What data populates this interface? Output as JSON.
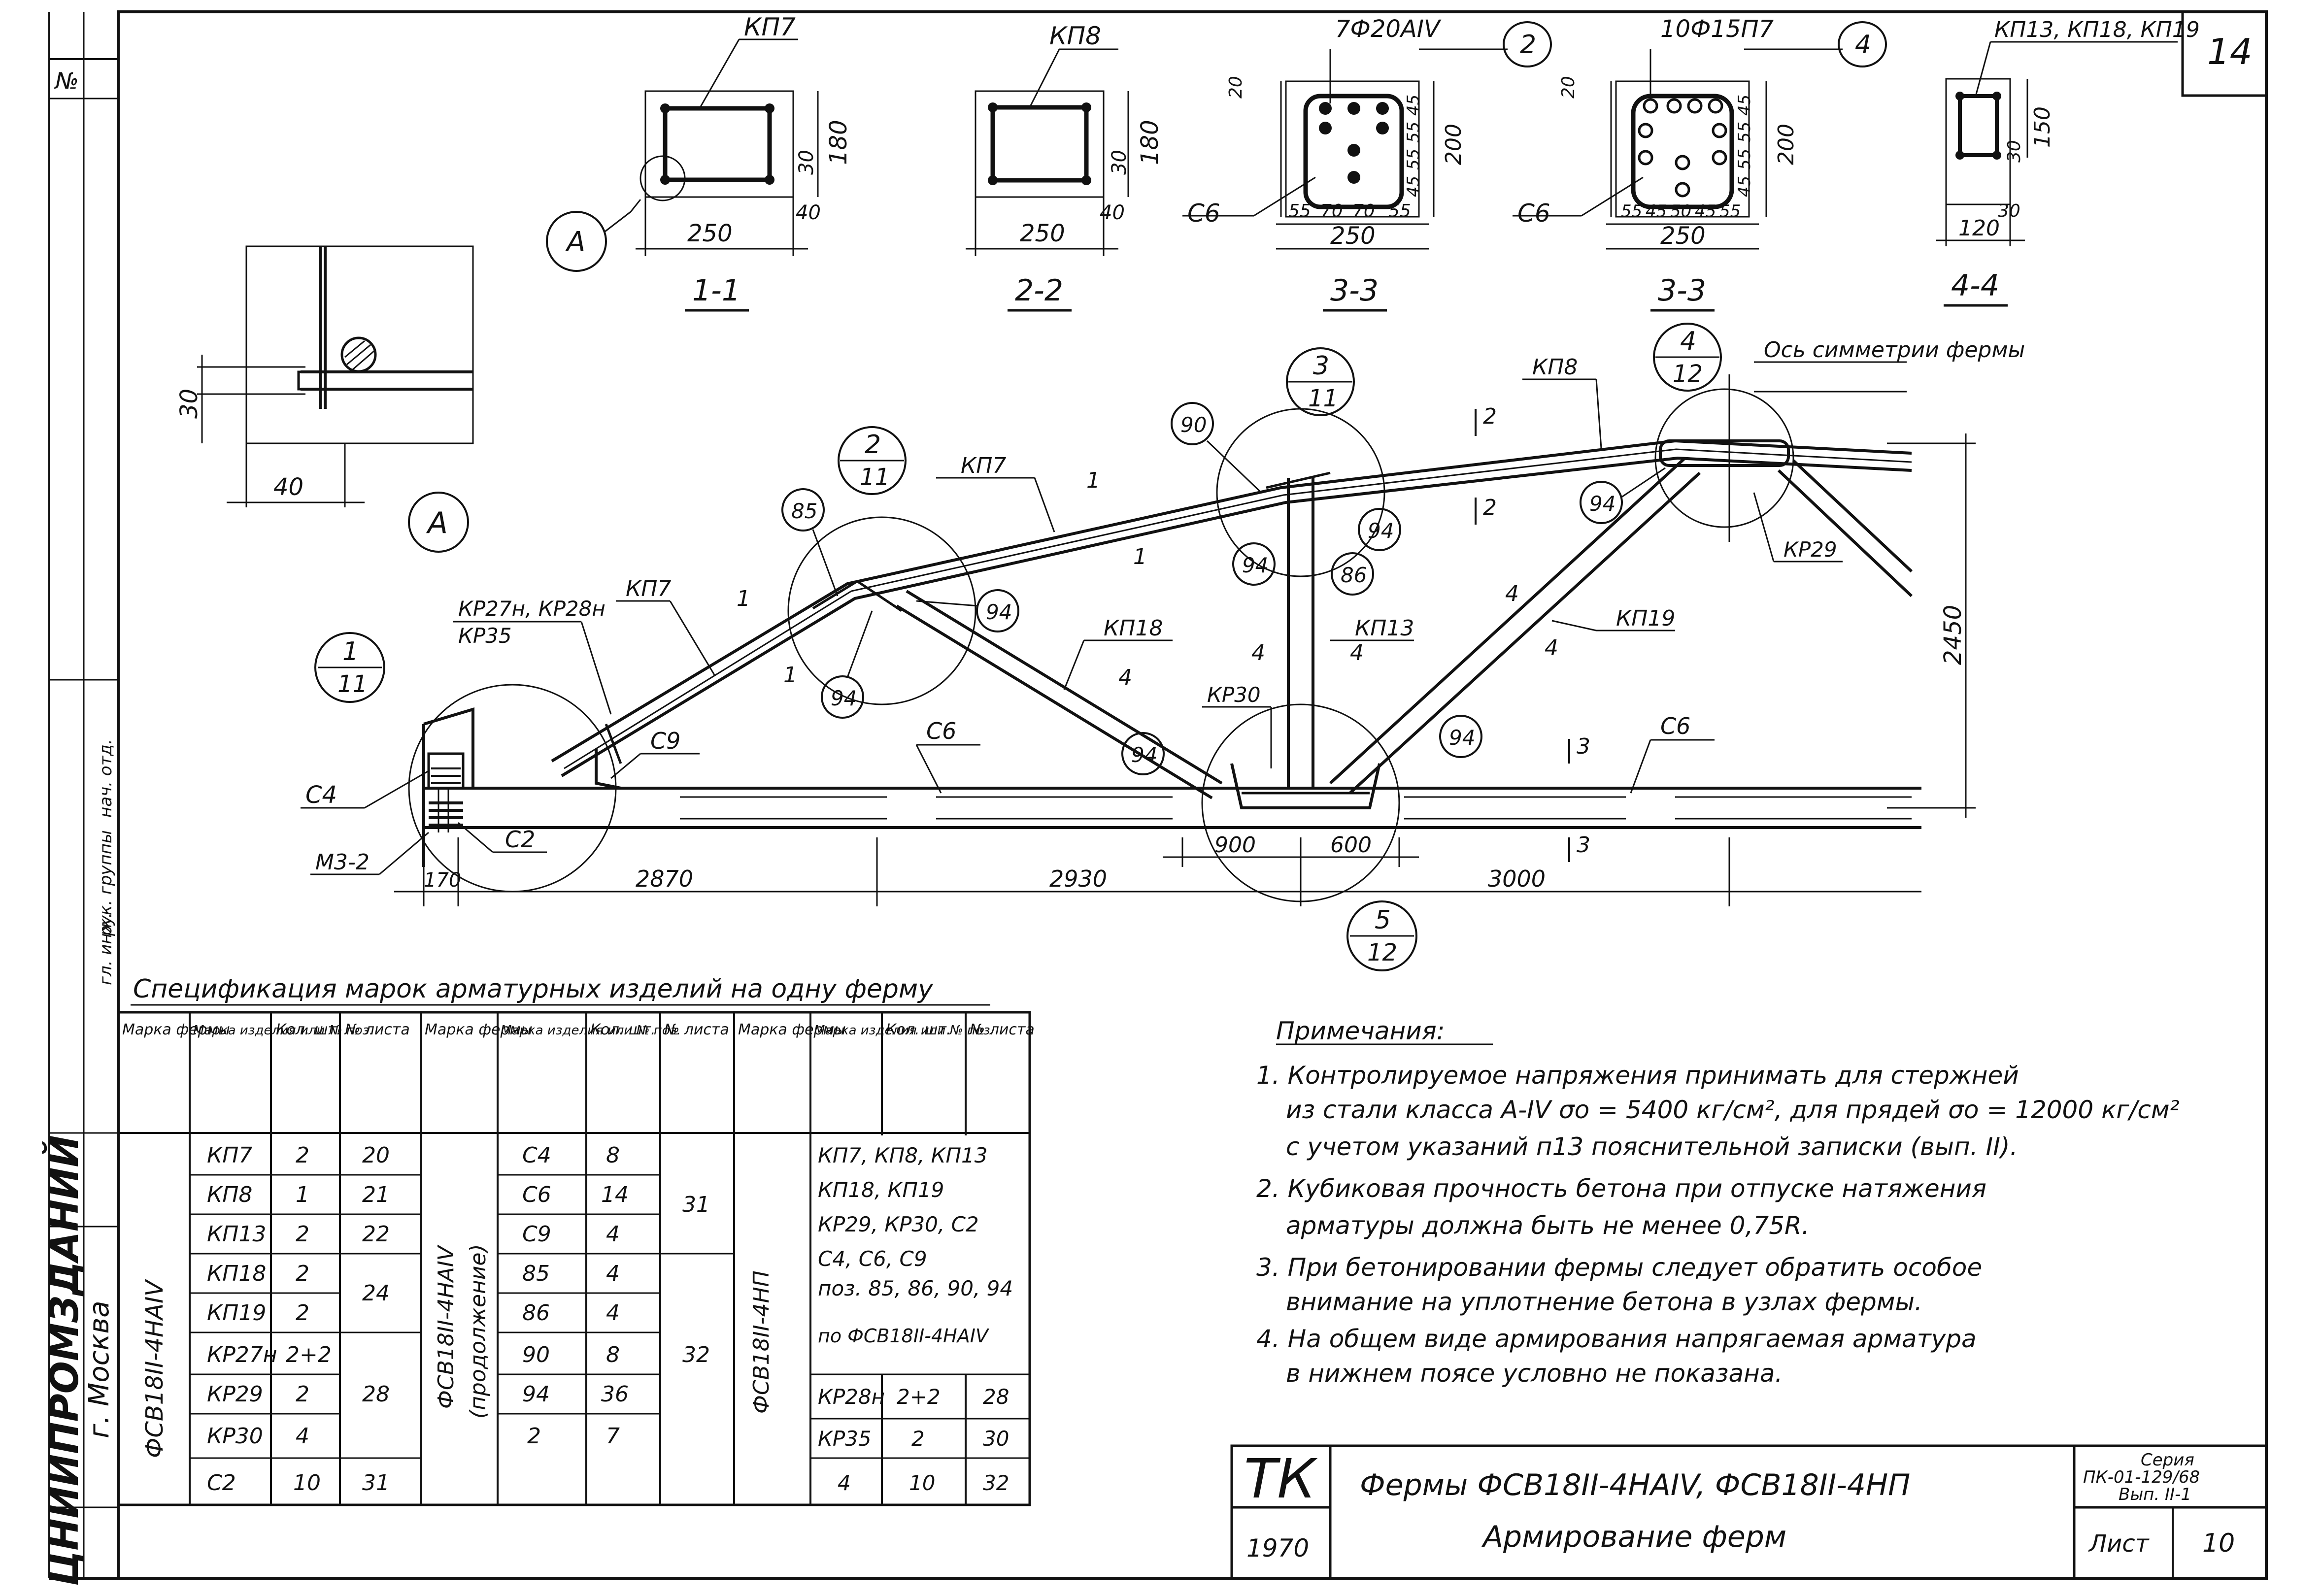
{
  "sheet": {
    "page_number": "14",
    "corner_no": "№",
    "org_name": "ЦНИИПРОМЗДАНИЙ",
    "org_city": "г. Москва"
  },
  "sections": [
    {
      "id": "1-1",
      "mark": "КП7",
      "dims": [
        "250",
        "180",
        "30",
        "40"
      ]
    },
    {
      "id": "2-2",
      "mark": "КП8",
      "dims": [
        "250",
        "180",
        "30",
        "40"
      ]
    },
    {
      "id": "3-3",
      "mark": "С6",
      "rebar": "7Ф20АIV",
      "callout": "2",
      "dims": [
        "250",
        "55",
        "70",
        "70",
        "55",
        "20",
        "45",
        "55",
        "55",
        "45",
        "200"
      ]
    },
    {
      "id": "3-3",
      "mark": "С6",
      "rebar": "10Ф15П7",
      "callout": "4",
      "dims": [
        "250",
        "55",
        "45",
        "50",
        "45",
        "55",
        "20",
        "45",
        "55",
        "55",
        "45",
        "200"
      ]
    },
    {
      "id": "4-4",
      "mark": "КП13, КП18, КП19",
      "dims": [
        "120",
        "150",
        "30",
        "30"
      ]
    }
  ],
  "detail_a": {
    "label": "А",
    "dims": [
      "30",
      "40"
    ]
  },
  "truss": {
    "labels": [
      "КП7",
      "КП7",
      "КП8",
      "КП13",
      "КП18",
      "КП19",
      "КР27н, КР28н",
      "КР35",
      "КР30",
      "КР29",
      "С4",
      "С2",
      "С6",
      "С6",
      "С9",
      "М3-2"
    ],
    "pos": [
      "85",
      "90",
      "94",
      "94",
      "94",
      "94",
      "94",
      "94",
      "86"
    ],
    "callouts": [
      {
        "num": "1",
        "sheet": "11"
      },
      {
        "num": "2",
        "sheet": "11"
      },
      {
        "num": "3",
        "sheet": "11"
      },
      {
        "num": "4",
        "sheet": "12"
      },
      {
        "num": "5",
        "sheet": "12"
      }
    ],
    "sec_marks": [
      "1",
      "1",
      "1",
      "1",
      "2",
      "2",
      "3",
      "3",
      "4",
      "4",
      "4",
      "4",
      "4"
    ],
    "dims_bottom": [
      "170",
      "2870",
      "2930",
      "3000",
      "900",
      "600"
    ],
    "height": "2450",
    "axis_label": "Ось симметрии фермы"
  },
  "spec": {
    "title": "Спецификация марок арматурных изделий на одну ферму",
    "headers": [
      "Марка фермы",
      "Марка изделия или № поз.",
      "Кол. шт.",
      "№ листа"
    ],
    "group1": {
      "truss_mark": "ФСВ18II-4НАIV",
      "rows": [
        {
          "mark": "КП7",
          "qty": "2",
          "sheet": "20"
        },
        {
          "mark": "КП8",
          "qty": "1",
          "sheet": "21"
        },
        {
          "mark": "КП13",
          "qty": "2",
          "sheet": "22"
        },
        {
          "mark": "КП18",
          "qty": "2",
          "sheet": "24"
        },
        {
          "mark": "КП19",
          "qty": "2",
          "sheet": ""
        },
        {
          "mark": "КР27н",
          "qty": "2+2",
          "sheet": "28"
        },
        {
          "mark": "КР29",
          "qty": "2",
          "sheet": ""
        },
        {
          "mark": "КР30",
          "qty": "4",
          "sheet": ""
        },
        {
          "mark": "С2",
          "qty": "10",
          "sheet": "31"
        }
      ]
    },
    "group2": {
      "truss_mark": "ФСВ18II-4НАIV",
      "note": "(продолжение)",
      "rows": [
        {
          "mark": "С4",
          "qty": "8",
          "sheet": "31"
        },
        {
          "mark": "С6",
          "qty": "14",
          "sheet": ""
        },
        {
          "mark": "С9",
          "qty": "4",
          "sheet": ""
        },
        {
          "mark": "85",
          "qty": "4",
          "sheet": ""
        },
        {
          "mark": "86",
          "qty": "4",
          "sheet": "32"
        },
        {
          "mark": "90",
          "qty": "8",
          "sheet": ""
        },
        {
          "mark": "94",
          "qty": "36",
          "sheet": ""
        },
        {
          "mark": "2",
          "qty": "7",
          "sheet": ""
        }
      ]
    },
    "group3": {
      "truss_mark": "ФСВ18II-4НП",
      "text_lines": [
        "КП7, КП8, КП13",
        "КП18, КП19",
        "КР29, КР30, С2",
        "С4, С6, С9",
        "поз. 85, 86, 90, 94",
        "по ФСВ18II-4НАIV"
      ],
      "rows": [
        {
          "mark": "КР28н",
          "qty": "2+2",
          "sheet": "28"
        },
        {
          "mark": "КР35",
          "qty": "2",
          "sheet": "30"
        },
        {
          "mark": "4",
          "qty": "10",
          "sheet": "32"
        }
      ]
    }
  },
  "notes": {
    "title": "Примечания:",
    "lines": [
      "1. Контролируемое напряжения принимать для стержней",
      "из стали класса А-IV σо = 5400 кг/см², для прядей σо = 12000 кг/см²",
      "с учетом указаний п13 пояснительной записки (вып. II).",
      "2. Кубиковая прочность бетона при отпуске натяжения",
      "арматуры должна быть не менее 0,75R.",
      "3. При бетонировании фермы следует обратить особое",
      "внимание на уплотнение бетона в узлах фермы.",
      "4. На общем виде армирования напрягаемая арматура",
      "в нижнем поясе условно не показана."
    ]
  },
  "title_block": {
    "code": "ТК",
    "year": "1970",
    "title_line1": "Фермы ФСВ18II-4НАIV, ФСВ18II-4НП",
    "title_line2": "Армирование ферм",
    "series_1": "Серия",
    "series_2": "ПК-01-129/68",
    "series_3": "Вып. II-1",
    "sheet_label": "Лист",
    "sheet_no": "10"
  },
  "side_stamp": [
    "гл. инж.",
    "рук. группы",
    "нач. отд."
  ]
}
